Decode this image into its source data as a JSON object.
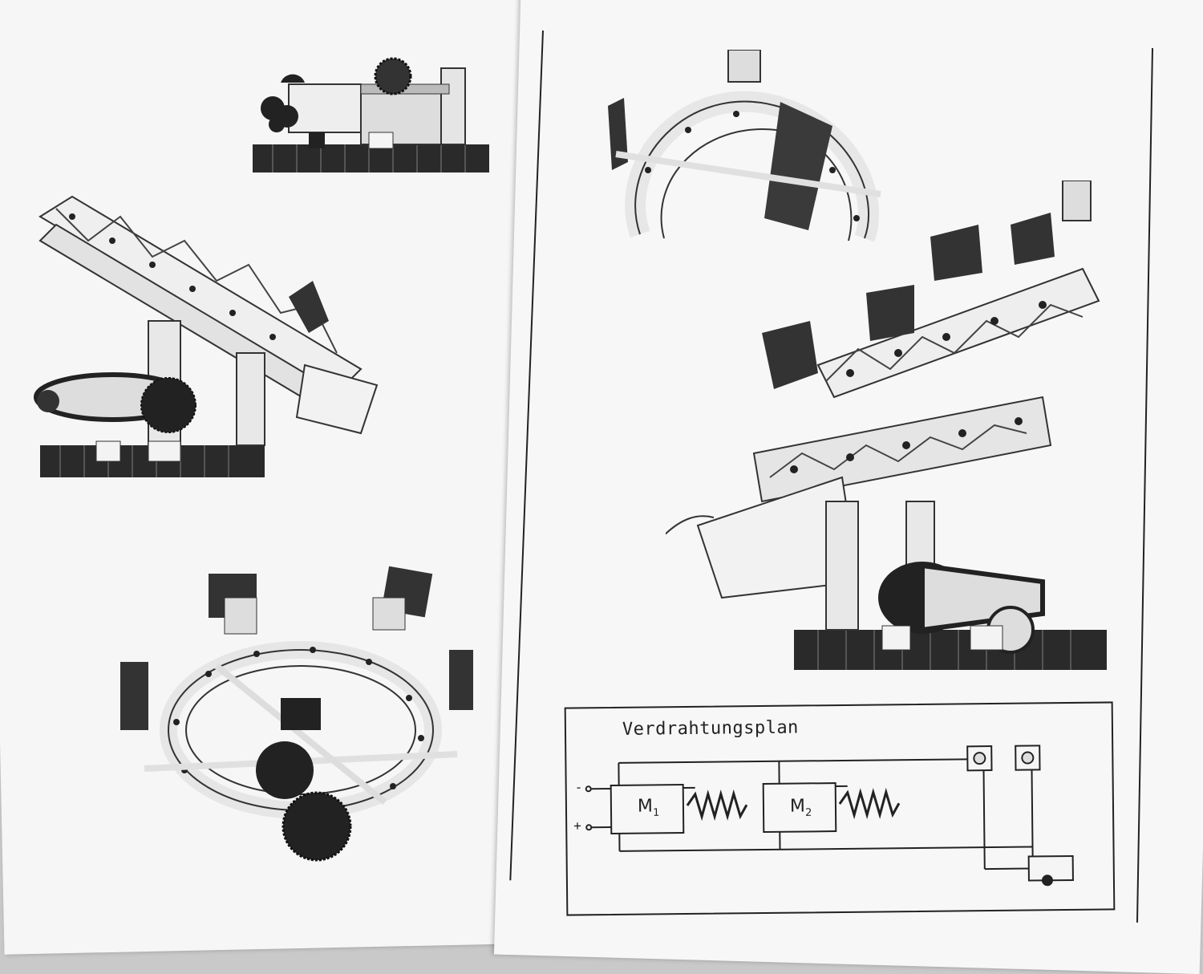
{
  "wiring": {
    "title": "Verdrahtungsplan",
    "motor1_label": "M",
    "motor1_sub": "1",
    "motor2_label": "M",
    "motor2_sub": "2",
    "terminal_minus": "-",
    "terminal_plus": "+"
  },
  "colors": {
    "ink": "#222222",
    "paper": "#f5f5f5",
    "plate": "#2a2a2a",
    "strut": "#e8e8e8"
  }
}
